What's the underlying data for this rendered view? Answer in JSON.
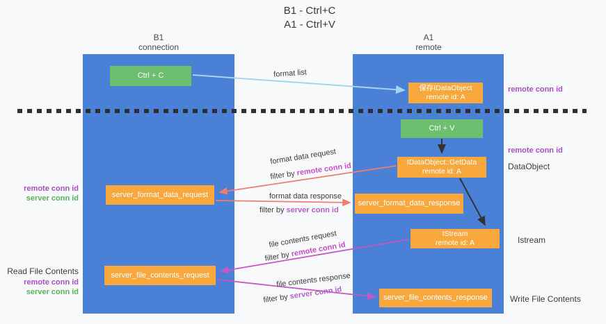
{
  "title": {
    "line1": "B1 - Ctrl+C",
    "line2": "A1 - Ctrl+V"
  },
  "lifelines": {
    "b1": {
      "name": "B1",
      "subtitle": "connection"
    },
    "a1": {
      "name": "A1",
      "subtitle": "remote"
    }
  },
  "boxes": {
    "ctrl_c": {
      "label": "Ctrl + C"
    },
    "save_dataobject": {
      "line1": "保存IDataObject",
      "line2": "remote id: A"
    },
    "ctrl_v": {
      "label": "Ctrl + V"
    },
    "getdata": {
      "line1": "IDataObject::GetData",
      "line2": "remote id: A"
    },
    "format_request": {
      "label": "server_format_data_request"
    },
    "format_response": {
      "label": "server_format_data_response"
    },
    "istream": {
      "line1": "IStream",
      "line2": "remote id: A"
    },
    "file_request": {
      "label": "server_file_contents_request"
    },
    "file_response": {
      "label": "server_file_contents_response"
    }
  },
  "left_labels": {
    "remote_conn_1": "remote conn id",
    "server_conn_1": "server conn id",
    "read_file": "Read File Contents",
    "remote_conn_2": "remote conn id",
    "server_conn_2": "server conn id"
  },
  "right_labels": {
    "remote_conn_1": "remote conn id",
    "remote_conn_2": "remote conn id",
    "dataobject": "DataObject",
    "istream": "Istream",
    "write_file": "Write File Contents"
  },
  "arrow_labels": {
    "format_list": "format list",
    "format_request": {
      "text": "format data request",
      "filter_prefix": "filter by ",
      "filter_key": "remote conn id"
    },
    "format_response": {
      "text": "format data response",
      "filter_prefix": "filter by ",
      "filter_key": "server conn id"
    },
    "file_request": {
      "text": "file contents request",
      "filter_prefix": "filter by ",
      "filter_key": "remote conn id"
    },
    "file_response": {
      "text": "file contents response",
      "filter_prefix": "filter by ",
      "filter_key": "server conn id"
    }
  },
  "colors": {
    "lifeline-blue": "#4a80d5",
    "box-orange": "#f9a83d",
    "box-green": "#6dbf6f",
    "label-purple": "#a84fc4",
    "label-green": "#56b45a",
    "key-magenta": "#c44fc8",
    "key-purple": "#b163c9",
    "arrow-salmon": "#ee7e72",
    "arrow-magenta": "#c857c3",
    "arrow-lightblue": "#a8d3ee",
    "arrow-black": "#333333",
    "dash-black": "#2f2f2f"
  }
}
